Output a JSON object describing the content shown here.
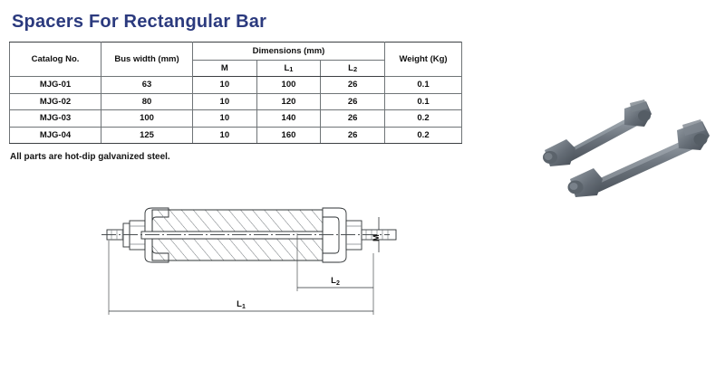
{
  "page": {
    "title": "Spacers For Rectangular Bar",
    "title_color": "#2b3a7e",
    "background": "#ffffff",
    "footnote": "All parts are hot-dip galvanized steel."
  },
  "table": {
    "group_header": "Dimensions (mm)",
    "columns": [
      {
        "key": "catalog",
        "label": "Catalog No."
      },
      {
        "key": "bus_width",
        "label": "Bus width (mm)"
      },
      {
        "key": "m",
        "label": "M"
      },
      {
        "key": "l1",
        "label": "L",
        "sub": "1"
      },
      {
        "key": "l2",
        "label": "L",
        "sub": "2"
      },
      {
        "key": "weight",
        "label": "Weight (Kg)"
      }
    ],
    "rows": [
      {
        "catalog": "MJG-01",
        "bus_width": "63",
        "m": "10",
        "l1": "100",
        "l2": "26",
        "weight": "0.1"
      },
      {
        "catalog": "MJG-02",
        "bus_width": "80",
        "m": "10",
        "l1": "120",
        "l2": "26",
        "weight": "0.1"
      },
      {
        "catalog": "MJG-03",
        "bus_width": "100",
        "m": "10",
        "l1": "140",
        "l2": "26",
        "weight": "0.2"
      },
      {
        "catalog": "MJG-04",
        "bus_width": "125",
        "m": "10",
        "l1": "160",
        "l2": "26",
        "weight": "0.2"
      }
    ]
  },
  "drawing": {
    "caption_l1": "L",
    "caption_l1_sub": "1",
    "caption_l2": "L",
    "caption_l2_sub": "2",
    "caption_m": "M",
    "line_color": "#2e3234",
    "hatch_color": "#6b7073"
  },
  "photo": {
    "alt": "Two galvanized steel rectangular bar spacers",
    "body_color": "#6b737c",
    "shadow_color": "#4d545c",
    "highlight_color": "#98a0a8"
  }
}
